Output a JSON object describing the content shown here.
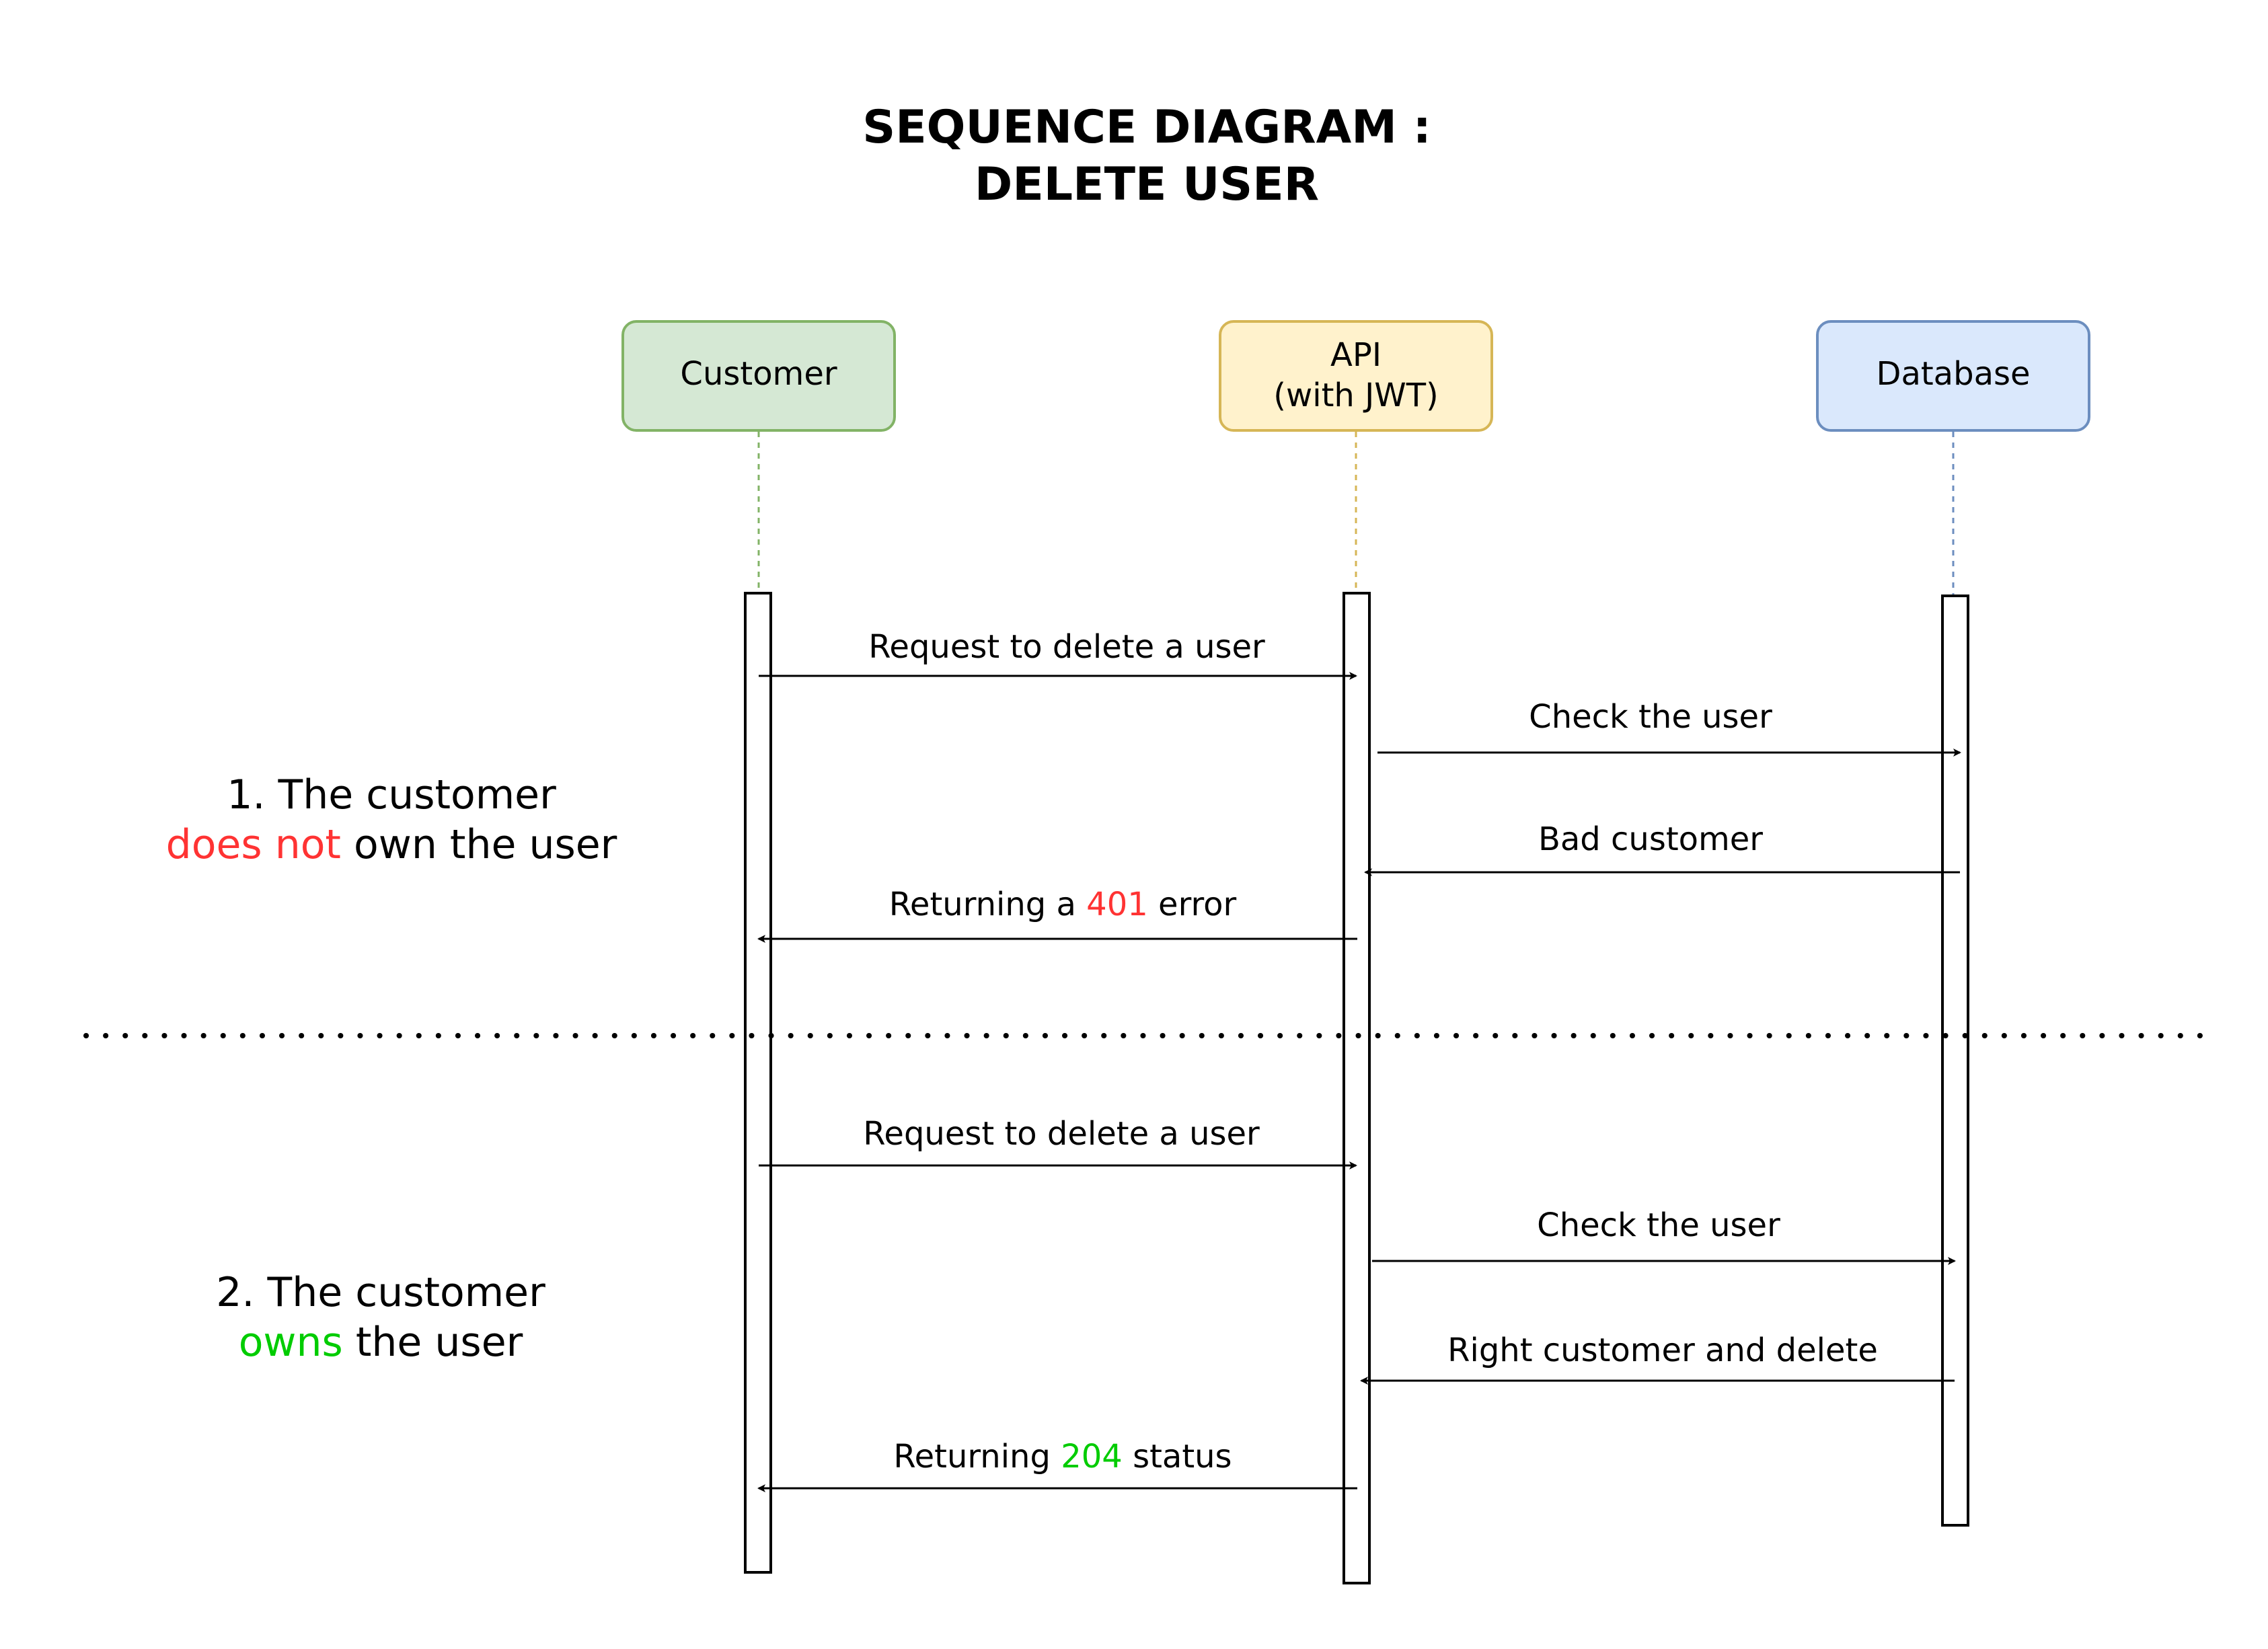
{
  "title": {
    "line1": "SEQUENCE DIAGRAM :",
    "line2": "DELETE USER"
  },
  "participants": [
    {
      "label_lines": [
        "Customer"
      ],
      "fill": "#d5e8d4",
      "stroke": "#82b366"
    },
    {
      "label_lines": [
        "API",
        "(with JWT)"
      ],
      "fill": "#fff2cc",
      "stroke": "#d6b656"
    },
    {
      "label_lines": [
        "Database"
      ],
      "fill": "#dae8fc",
      "stroke": "#6c8ebf"
    }
  ],
  "scenarios": [
    {
      "caption_line1": "1. The customer",
      "caption_line2_highlight": "does not",
      "caption_line2_rest": " own the user",
      "highlight_color": "#ff3333",
      "messages": [
        {
          "from": 0,
          "to": 1,
          "label": [
            {
              "text": "Request to delete a user"
            }
          ]
        },
        {
          "from": 1,
          "to": 2,
          "label": [
            {
              "text": "Check the user"
            }
          ]
        },
        {
          "from": 2,
          "to": 1,
          "label": [
            {
              "text": "Bad customer"
            }
          ]
        },
        {
          "from": 1,
          "to": 0,
          "label": [
            {
              "text": "Returning a "
            },
            {
              "text": "401",
              "color": "#ff3333"
            },
            {
              "text": " error"
            }
          ]
        }
      ]
    },
    {
      "caption_line1": "2. The customer",
      "caption_line2_highlight": "owns",
      "caption_line2_rest": " the user",
      "highlight_color": "#00cc00",
      "messages": [
        {
          "from": 0,
          "to": 1,
          "label": [
            {
              "text": "Request to delete a user"
            }
          ]
        },
        {
          "from": 1,
          "to": 2,
          "label": [
            {
              "text": "Check the user"
            }
          ]
        },
        {
          "from": 2,
          "to": 1,
          "label": [
            {
              "text": "Right customer and delete"
            }
          ]
        },
        {
          "from": 1,
          "to": 0,
          "label": [
            {
              "text": "Returning "
            },
            {
              "text": "204",
              "color": "#00cc00"
            },
            {
              "text": " status"
            }
          ]
        }
      ]
    }
  ]
}
